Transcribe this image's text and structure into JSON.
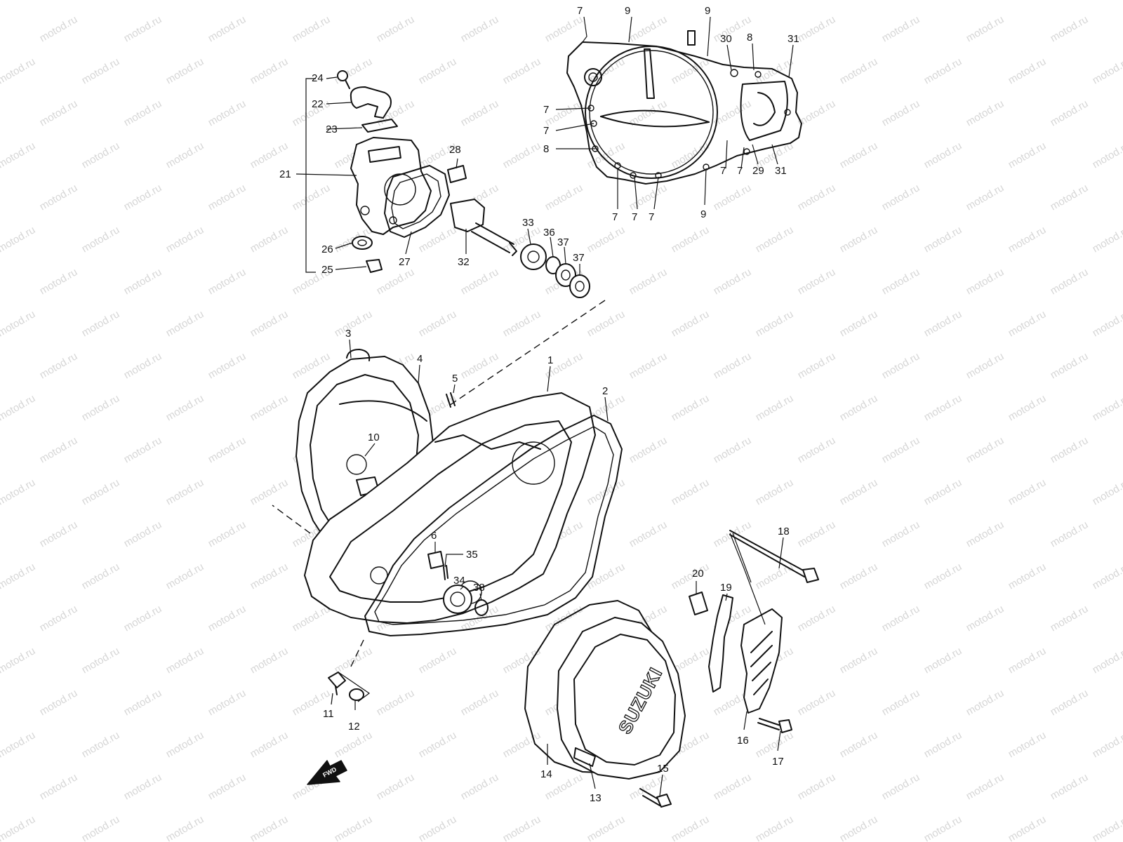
{
  "watermark": {
    "text": "motod.ru",
    "color": "#d6d6d6"
  },
  "colors": {
    "line": "#111111",
    "background": "#ffffff"
  },
  "brand_label": "SUZUKI",
  "fwd_label": "FWD",
  "callouts": {
    "c1": "1",
    "c2": "2",
    "c3": "3",
    "c4": "4",
    "c5": "5",
    "c6": "6",
    "c7a": "7",
    "c7b": "7",
    "c7c": "7",
    "c7d": "7",
    "c7e": "7",
    "c7f": "7",
    "c7g": "7",
    "c7h": "7",
    "c8a": "8",
    "c8b": "8",
    "c9a": "9",
    "c9b": "9",
    "c9c": "9",
    "c10": "10",
    "c11": "11",
    "c12": "12",
    "c13": "13",
    "c14": "14",
    "c15": "15",
    "c16": "16",
    "c17": "17",
    "c18": "18",
    "c19": "19",
    "c20": "20",
    "c21": "21",
    "c22": "22",
    "c23": "23",
    "c24": "24",
    "c25": "25",
    "c26": "26",
    "c27": "27",
    "c28": "28",
    "c29": "29",
    "c30": "30",
    "c31a": "31",
    "c31b": "31",
    "c32": "32",
    "c33": "33",
    "c34": "34",
    "c35": "35",
    "c36": "36",
    "c37a": "37",
    "c37b": "37",
    "c38": "38"
  }
}
